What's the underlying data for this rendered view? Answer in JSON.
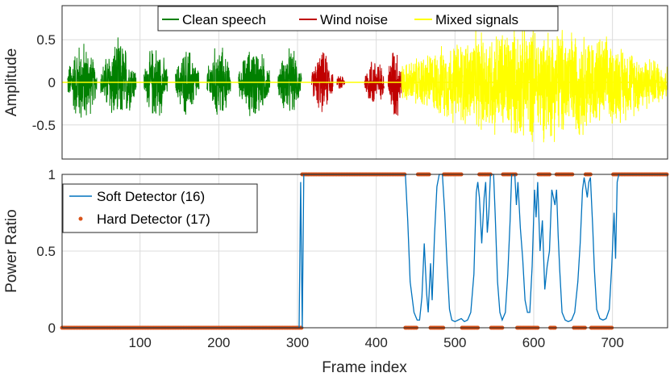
{
  "chart_data": [
    {
      "type": "line",
      "panel": "top",
      "xlabel": "",
      "ylabel": "Amplitude",
      "xlim": [
        1,
        770
      ],
      "ylim": [
        -0.9,
        0.9
      ],
      "yticks": [
        -0.5,
        0,
        0.5
      ],
      "ytick_labels": [
        "-0.5",
        "0",
        "0.5"
      ],
      "xticks": [
        100,
        200,
        300,
        400,
        500,
        600,
        700
      ],
      "grid": true,
      "legend_position": "top-center, horizontal",
      "series": [
        {
          "name": "Clean speech",
          "color": "#008000",
          "description_note_segments": "speech bursts",
          "bursts": [
            [
              8,
              45,
              0.55
            ],
            [
              50,
              95,
              0.55
            ],
            [
              105,
              135,
              0.5
            ],
            [
              145,
              175,
              0.45
            ],
            [
              185,
              215,
              0.5
            ],
            [
              225,
              265,
              0.48
            ],
            [
              275,
              305,
              0.45
            ]
          ]
        },
        {
          "name": "Wind noise",
          "color": "#C00000",
          "bursts": [
            [
              318,
              345,
              0.4
            ],
            [
              350,
              360,
              0.12
            ],
            [
              385,
              410,
              0.35
            ],
            [
              415,
              432,
              0.55
            ]
          ]
        },
        {
          "name": "Mixed signals",
          "color": "#FFFF00",
          "bursts": [
            [
              432,
              770,
              0.75
            ]
          ]
        }
      ]
    },
    {
      "type": "line",
      "panel": "bottom",
      "xlabel": "Frame index",
      "ylabel": "Power Ratio",
      "xlim": [
        1,
        770
      ],
      "ylim": [
        0,
        1
      ],
      "yticks": [
        0,
        0.5,
        1
      ],
      "ytick_labels": [
        "0",
        "0.5",
        "1"
      ],
      "xticks": [
        100,
        200,
        300,
        400,
        500,
        600,
        700
      ],
      "xtick_labels": [
        "100",
        "200",
        "300",
        "400",
        "500",
        "600",
        "700"
      ],
      "grid": true,
      "legend_position": "top-left",
      "series": [
        {
          "name": "Soft Detector (16)",
          "color": "#0072BD",
          "points": [
            [
              1,
              0
            ],
            [
              302,
              0
            ],
            [
              304,
              0.95
            ],
            [
              306,
              0
            ],
            [
              308,
              1
            ],
            [
              437,
              1
            ],
            [
              440,
              0.7
            ],
            [
              443,
              0.3
            ],
            [
              448,
              0.1
            ],
            [
              452,
              0.05
            ],
            [
              455,
              0.05
            ],
            [
              458,
              0.2
            ],
            [
              461,
              0.55
            ],
            [
              464,
              0.22
            ],
            [
              466,
              0.1
            ],
            [
              469,
              0.42
            ],
            [
              471,
              0.18
            ],
            [
              474,
              0.6
            ],
            [
              477,
              0.92
            ],
            [
              480,
              1
            ],
            [
              484,
              1
            ],
            [
              487,
              0.75
            ],
            [
              490,
              0.4
            ],
            [
              493,
              0.12
            ],
            [
              496,
              0.05
            ],
            [
              500,
              0.04
            ],
            [
              504,
              0.05
            ],
            [
              508,
              0.06
            ],
            [
              512,
              0.04
            ],
            [
              516,
              0.05
            ],
            [
              520,
              0.1
            ],
            [
              524,
              0.35
            ],
            [
              527,
              0.88
            ],
            [
              529,
              0.95
            ],
            [
              531,
              0.85
            ],
            [
              534,
              0.55
            ],
            [
              537,
              0.85
            ],
            [
              539,
              0.95
            ],
            [
              541,
              0.62
            ],
            [
              543,
              0.75
            ],
            [
              545,
              1
            ],
            [
              549,
              1
            ],
            [
              551,
              0.75
            ],
            [
              554,
              0.3
            ],
            [
              557,
              0.1
            ],
            [
              560,
              0.05
            ],
            [
              564,
              0.1
            ],
            [
              567,
              0.35
            ],
            [
              570,
              0.7
            ],
            [
              572,
              1
            ],
            [
              576,
              1
            ],
            [
              578,
              0.8
            ],
            [
              580,
              0.95
            ],
            [
              583,
              0.65
            ],
            [
              586,
              0.45
            ],
            [
              589,
              0.18
            ],
            [
              592,
              0.1
            ],
            [
              595,
              0.1
            ],
            [
              598,
              0.4
            ],
            [
              601,
              0.9
            ],
            [
              603,
              0.72
            ],
            [
              605,
              0.95
            ],
            [
              608,
              0.5
            ],
            [
              611,
              0.7
            ],
            [
              614,
              0.25
            ],
            [
              617,
              0.4
            ],
            [
              620,
              0.5
            ],
            [
              623,
              0.9
            ],
            [
              625,
              0.85
            ],
            [
              627,
              0.8
            ],
            [
              629,
              0.9
            ],
            [
              631,
              0.6
            ],
            [
              633,
              0.38
            ],
            [
              636,
              0.1
            ],
            [
              640,
              0.05
            ],
            [
              644,
              0.04
            ],
            [
              648,
              0.05
            ],
            [
              652,
              0.1
            ],
            [
              656,
              0.3
            ],
            [
              659,
              0.55
            ],
            [
              662,
              0.9
            ],
            [
              664,
              0.98
            ],
            [
              666,
              0.92
            ],
            [
              668,
              0.85
            ],
            [
              670,
              0.95
            ],
            [
              672,
              0.98
            ],
            [
              675,
              0.65
            ],
            [
              677,
              0.38
            ],
            [
              680,
              0.12
            ],
            [
              684,
              0.06
            ],
            [
              688,
              0.05
            ],
            [
              692,
              0.06
            ],
            [
              696,
              0.12
            ],
            [
              699,
              0.4
            ],
            [
              702,
              0.75
            ],
            [
              704,
              0.45
            ],
            [
              706,
              0.95
            ],
            [
              708,
              1
            ],
            [
              770,
              1
            ]
          ]
        },
        {
          "name": "Hard Detector (17)",
          "color": "#D95319",
          "segments": [
            [
              1,
              305,
              0
            ],
            [
              306,
              437,
              1
            ],
            [
              437,
              452,
              0
            ],
            [
              453,
              468,
              1
            ],
            [
              469,
              485,
              0
            ],
            [
              486,
              508,
              1
            ],
            [
              509,
              530,
              0
            ],
            [
              531,
              545,
              1
            ],
            [
              546,
              560,
              0
            ],
            [
              561,
              578,
              1
            ],
            [
              579,
              605,
              0
            ],
            [
              606,
              620,
              1
            ],
            [
              621,
              628,
              0
            ],
            [
              629,
              650,
              1
            ],
            [
              651,
              665,
              0
            ],
            [
              666,
              672,
              1
            ],
            [
              673,
              700,
              0
            ],
            [
              701,
              708,
              1
            ],
            [
              709,
              770,
              1
            ]
          ]
        }
      ]
    }
  ]
}
